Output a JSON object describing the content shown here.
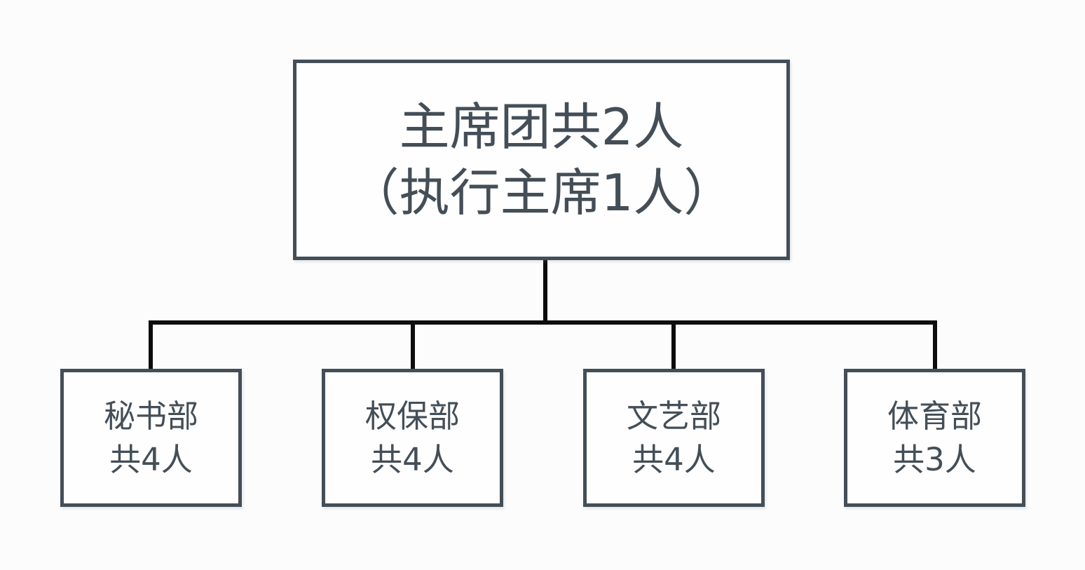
{
  "diagram": {
    "type": "organization-chart",
    "orientation": "top-down",
    "background_color": "#fcfcfc",
    "node_border_color": "#444e57",
    "node_text_color": "#444e57",
    "connector_color": "#0d0d0d",
    "root": {
      "id": "presidium",
      "line1": "主席团共2人",
      "line2": "（执行主席1人）"
    },
    "children": [
      {
        "id": "secretariat",
        "line1": "秘书部",
        "line2": "共4人"
      },
      {
        "id": "rights-security",
        "line1": "权保部",
        "line2": "共4人"
      },
      {
        "id": "arts",
        "line1": "文艺部",
        "line2": "共4人"
      },
      {
        "id": "sports",
        "line1": "体育部",
        "line2": "共3人"
      }
    ]
  }
}
